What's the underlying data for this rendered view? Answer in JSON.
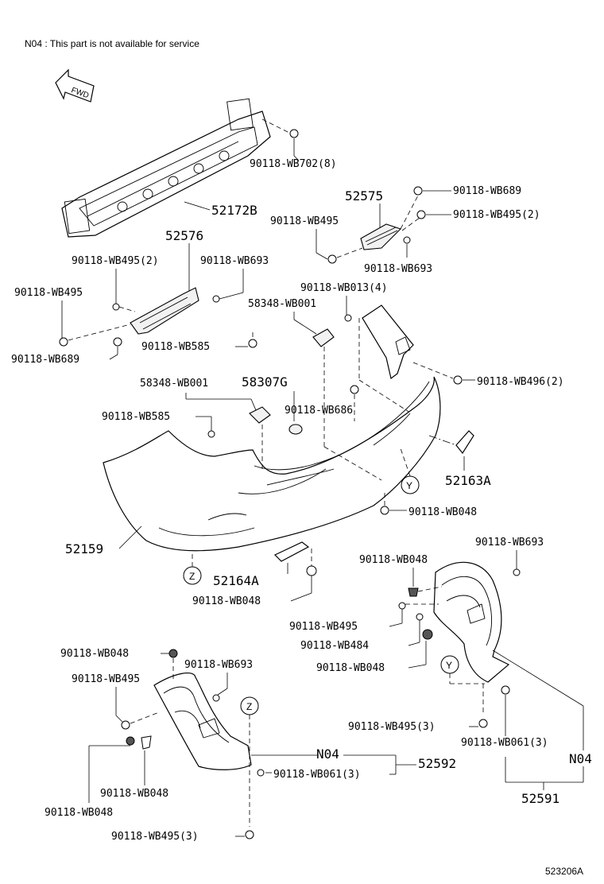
{
  "note": "N04 : This part is not available for service",
  "direction_label": "FWD",
  "figure_id": "523206A",
  "callouts": {
    "wb702": "90118-WB702(8)",
    "p52172b": "52172B",
    "p52575": "52575",
    "wb689_top": "90118-WB689",
    "wb495_2_top": "90118-WB495(2)",
    "wb495_top": "90118-WB495",
    "wb693_top": "90118-WB693",
    "p52576": "52576",
    "wb495_2_left": "90118-WB495(2)",
    "wb693_left": "90118-WB693",
    "wb495_left": "90118-WB495",
    "wb689_left": "90118-WB689",
    "wb585_a": "90118-WB585",
    "wb013": "90118-WB013(4)",
    "p58348_a": "58348-WB001",
    "wb496": "90118-WB496(2)",
    "p58348_b": "58348-WB001",
    "p58307g": "58307G",
    "wb686": "90118-WB686",
    "wb585_b": "90118-WB585",
    "p52163a": "52163A",
    "wb048_mid": "90118-WB048",
    "p52159": "52159",
    "wb693_right": "90118-WB693",
    "wb048_right_top": "90118-WB048",
    "p52164a": "52164A",
    "wb048_center": "90118-WB048",
    "wb495_right": "90118-WB495",
    "wb484": "90118-WB484",
    "wb048_right": "90118-WB048",
    "wb048_left_top": "90118-WB048",
    "wb693_lower": "90118-WB693",
    "wb495_lower_left": "90118-WB495",
    "wb495_3_right": "90118-WB495(3)",
    "wb061_3_right": "90118-WB061(3)",
    "n04_left": "N04",
    "n04_right": "N04",
    "p52592": "52592",
    "wb061_3_left": "90118-WB061(3)",
    "wb048_lower_a": "90118-WB048",
    "wb048_lower_b": "90118-WB048",
    "p52591": "52591",
    "wb495_3_bottom": "90118-WB495(3)"
  },
  "ref_marks": {
    "y1": "Y",
    "z1": "Z",
    "y2": "Y",
    "z2": "Z"
  }
}
